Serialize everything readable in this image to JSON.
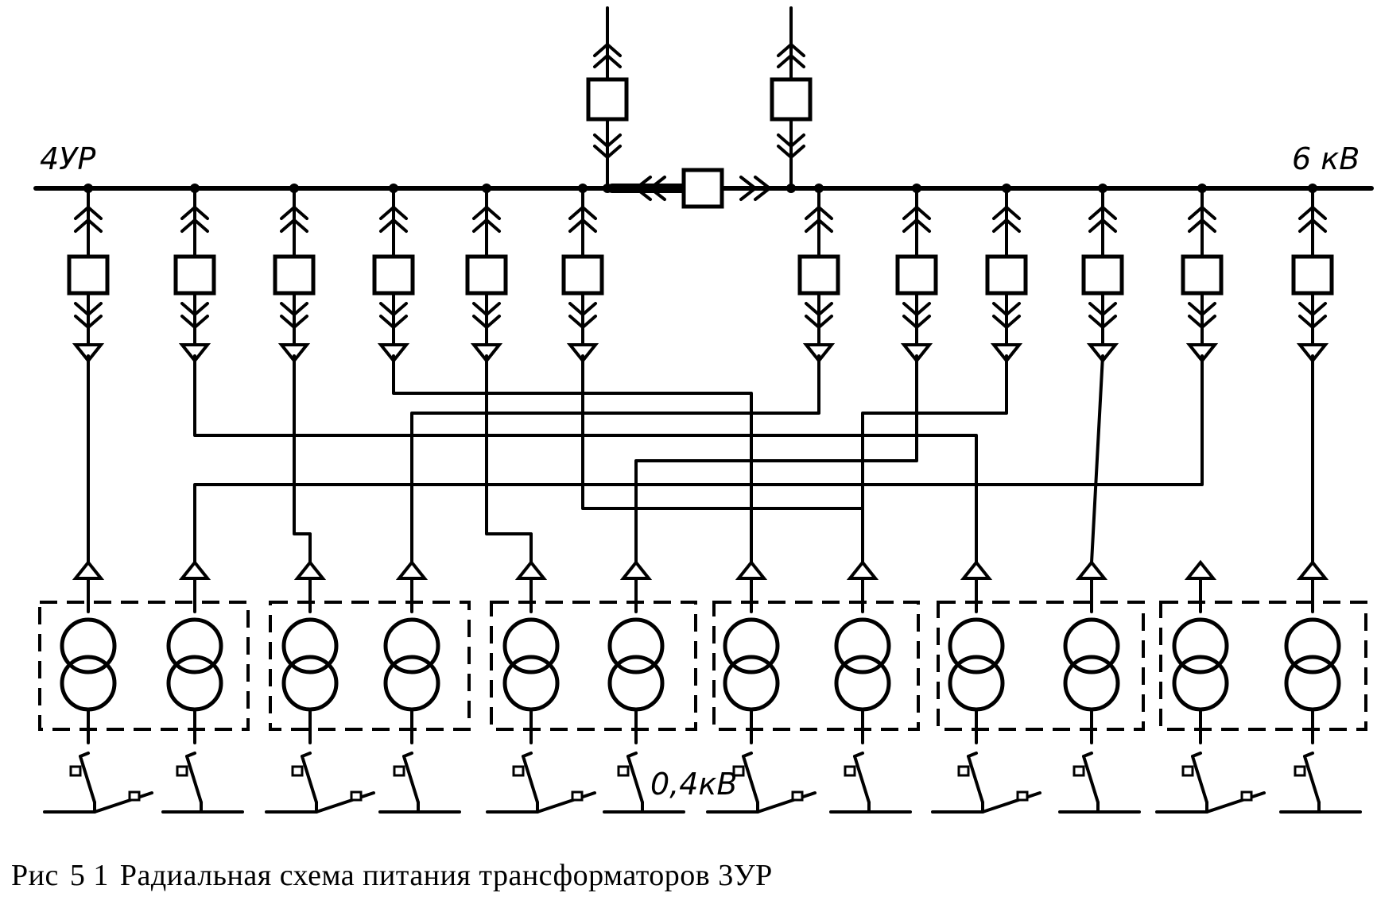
{
  "labels": {
    "bus_left": "4УР",
    "bus_right": "6 кВ",
    "low_voltage": "0,4кВ"
  },
  "caption": {
    "prefix": "Рис",
    "number": "5 1",
    "text": "Радиальная схема питания трансформаторов 3УР"
  },
  "diagram": {
    "substation_count": 6,
    "transformers_per_substation": 2,
    "outgoing_feeders": 12,
    "incoming_feeders": 2,
    "sectional_breakers": 1
  }
}
